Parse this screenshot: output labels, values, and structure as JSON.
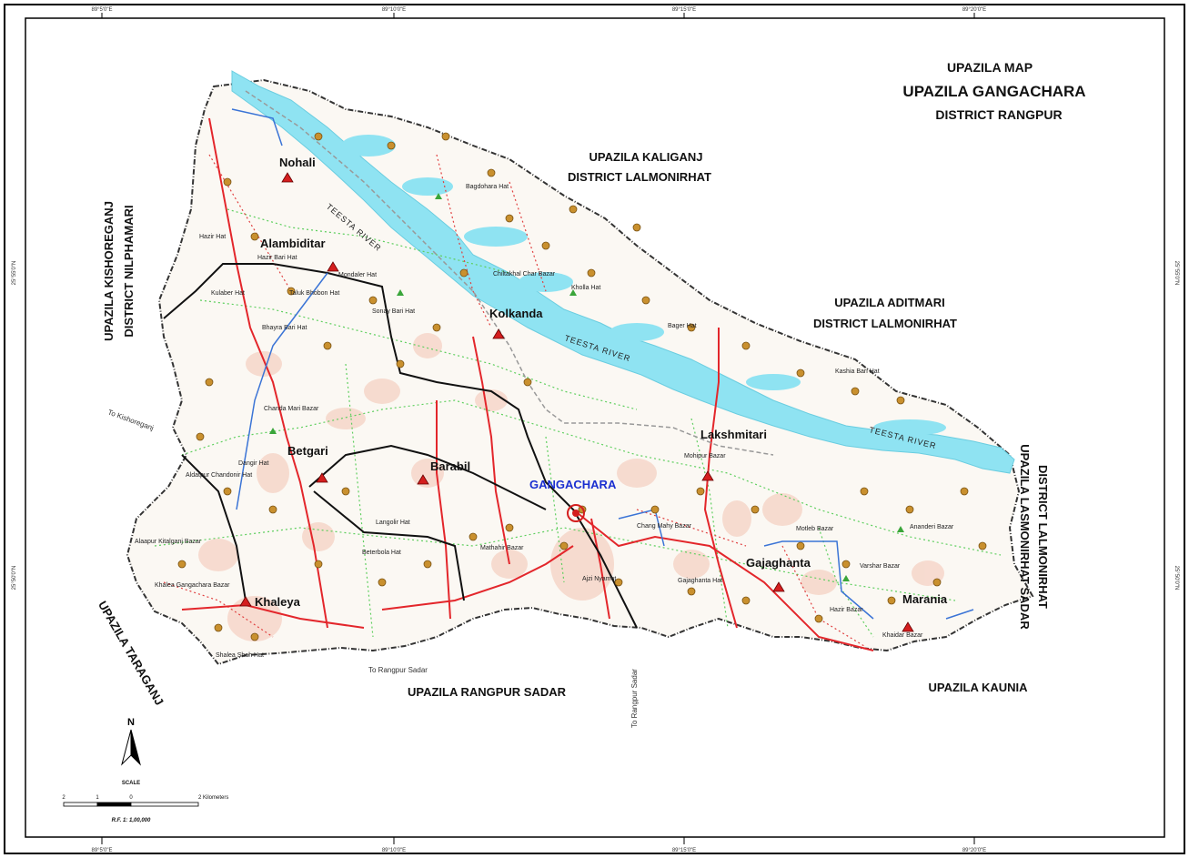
{
  "map_title": {
    "line1": "UPAZILA MAP",
    "line2": "UPAZILA GANGACHARA",
    "line3": "DISTRICT RANGPUR"
  },
  "grid": {
    "top_lon": [
      "89°5'0\"E",
      "89°10'0\"E",
      "89°15'0\"E",
      "89°20'0\"E"
    ],
    "bottom_lon": [
      "89°5'0\"E",
      "89°10'0\"E",
      "89°15'0\"E",
      "89°20'0\"E"
    ],
    "lat": [
      "25°55'0\"N",
      "25°50'0\"N"
    ]
  },
  "adjacent": {
    "kaliganj": [
      "UPAZILA KALIGANJ",
      "DISTRICT LALMONIRHAT"
    ],
    "aditmari": [
      "UPAZILA ADITMARI",
      "DISTRICT LALMONIRHAT"
    ],
    "kishoreganj": [
      "UPAZILA KISHOREGANJ",
      "DISTRICT NILPHAMARI"
    ],
    "lalmonirhat_sadar": [
      "UPAZILA LASMONIRHAT SADAR",
      "DISTRICT LALMONIRHAT"
    ],
    "taraganj": "UPAZILA TARAGANJ",
    "rangpur_sadar": "UPAZILA RANGPUR SADAR",
    "kaunia": "UPAZILA KAUNIA"
  },
  "unions": [
    "Nohali",
    "Alambiditar",
    "Kolkanda",
    "Betgari",
    "Barabil",
    "Lakshmitari",
    "Gajaghanta",
    "Marania",
    "Khaleya"
  ],
  "hq": "GANGACHARA",
  "river_label": "TEESTA RIVER",
  "roads": {
    "to_kishoreganj": "To Kishoreganj",
    "to_rangpur_sadar_1": "To Rangpur Sadar",
    "to_rangpur_sadar_2": "To Rangpur Sadar"
  },
  "markets": [
    "Bagdohara Hat",
    "Chiltakhal Char Bazar",
    "Kholla Hat",
    "Bager Hat",
    "Kashia Bari Hat",
    "Hazir Hat",
    "Hazir Bari Hat",
    "Mondaler Hat",
    "Taluk Bhobon Hat",
    "Kulaber Hat",
    "Sonay Bari Hat",
    "Bhayra Bari Hat",
    "Chanda Mari Bazar",
    "Dangir Hat",
    "Aldatpur Chandonir Hat",
    "Alaapur Kitalganj Bazar",
    "Khalea Gangachara Bazar",
    "Shalea Shah Hat",
    "Langolir Hat",
    "Beterbola Hat",
    "Mathahir Bazar",
    "Ajzi Nyamot",
    "Motleb Bazar",
    "Ananderi Bazar",
    "Varshar Bazar",
    "Gajaghanta Hat",
    "Mohipur Bazar",
    "Chang Mahy Bazar",
    "Hazir Bazar",
    "Khaidar Bazar"
  ],
  "legend": {
    "north": "N",
    "scale_title": "SCALE",
    "scale_ticks": [
      "2",
      "1",
      "0",
      "2 Kilometers"
    ],
    "ratio": "R.F. 1: 1,00,000"
  }
}
